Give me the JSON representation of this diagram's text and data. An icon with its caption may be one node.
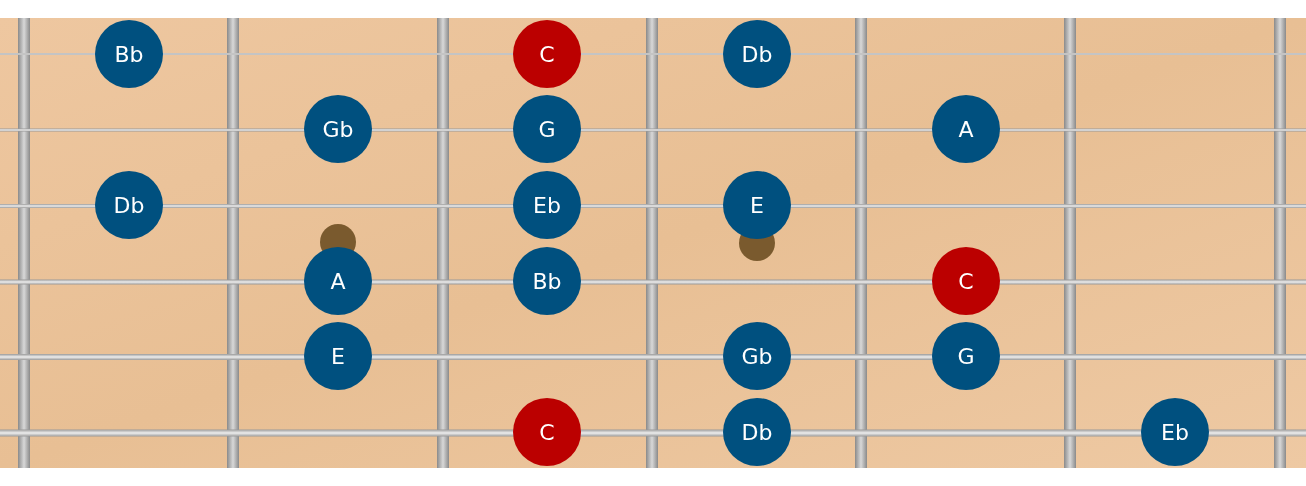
{
  "diagram": {
    "nodes": [
      {
        "text": [
          "Bb"
        ]
      },
      {
        "text": [
          "C"
        ]
      },
      {
        "text": [
          "Db"
        ]
      },
      {
        "text": [
          "Gb"
        ]
      },
      {
        "text": [
          "G"
        ]
      },
      {
        "text": [
          "A"
        ]
      },
      {
        "text": [
          "Db"
        ]
      },
      {
        "text": [
          "Eb"
        ]
      },
      {
        "text": [
          "E"
        ]
      },
      {
        "text": [
          "A"
        ]
      },
      {
        "text": [
          "Bb"
        ]
      },
      {
        "text": [
          "C"
        ]
      },
      {
        "text": [
          "E"
        ]
      },
      {
        "text": [
          "Gb"
        ]
      },
      {
        "text": [
          "G"
        ]
      },
      {
        "text": [
          "C"
        ]
      },
      {
        "text": [
          "Db"
        ]
      },
      {
        "text": [
          "Eb"
        ]
      }
    ]
  }
}
